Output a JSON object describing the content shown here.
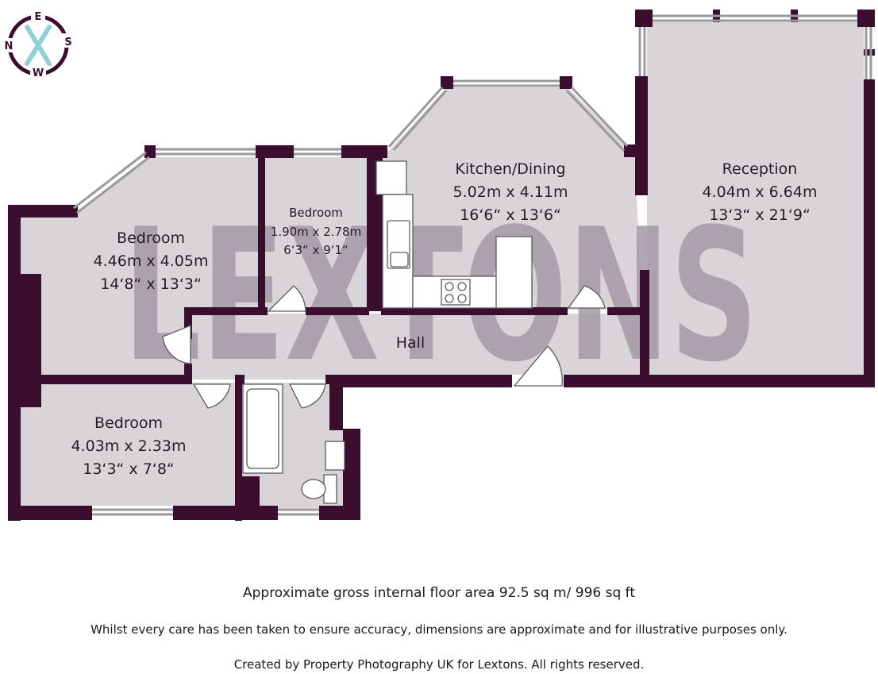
{
  "colors": {
    "wall": "#3b0d2e",
    "floor": "#d9d4d8",
    "watermark": "#a59aa6",
    "watermark_x": "#9fd0d8",
    "compass": "#3b0d2e",
    "compass_x": "#8fcfd6"
  },
  "compass": {
    "n": "N",
    "e": "E",
    "s": "S",
    "w": "W"
  },
  "watermark": {
    "text": "LEXTONS"
  },
  "rooms": {
    "reception": {
      "name": "Reception",
      "metric": "4.04m x 6.64m",
      "imperial": "13‘3“ x 21‘9“"
    },
    "kitchen": {
      "name": "Kitchen/Dining",
      "metric": "5.02m x 4.11m",
      "imperial": "16‘6“ x 13‘6“"
    },
    "bedroom_small": {
      "name": "Bedroom",
      "metric": "1.90m x 2.78m",
      "imperial": "6‘3“ x 9‘1“"
    },
    "bedroom_main": {
      "name": "Bedroom",
      "metric": "4.46m x 4.05m",
      "imperial": "14‘8“ x 13‘3“"
    },
    "bedroom_lower": {
      "name": "Bedroom",
      "metric": "4.03m x 2.33m",
      "imperial": "13‘3“ x 7‘8“"
    },
    "hall": {
      "name": "Hall"
    }
  },
  "footer": {
    "area": "Approximate gross internal floor area 92.5 sq m/ 996 sq ft",
    "disclaimer": "Whilst every care has been taken to ensure accuracy, dimensions are approximate and for illustrative purposes only.",
    "credit": "Created by Property Photography UK for Lextons. All rights reserved."
  }
}
